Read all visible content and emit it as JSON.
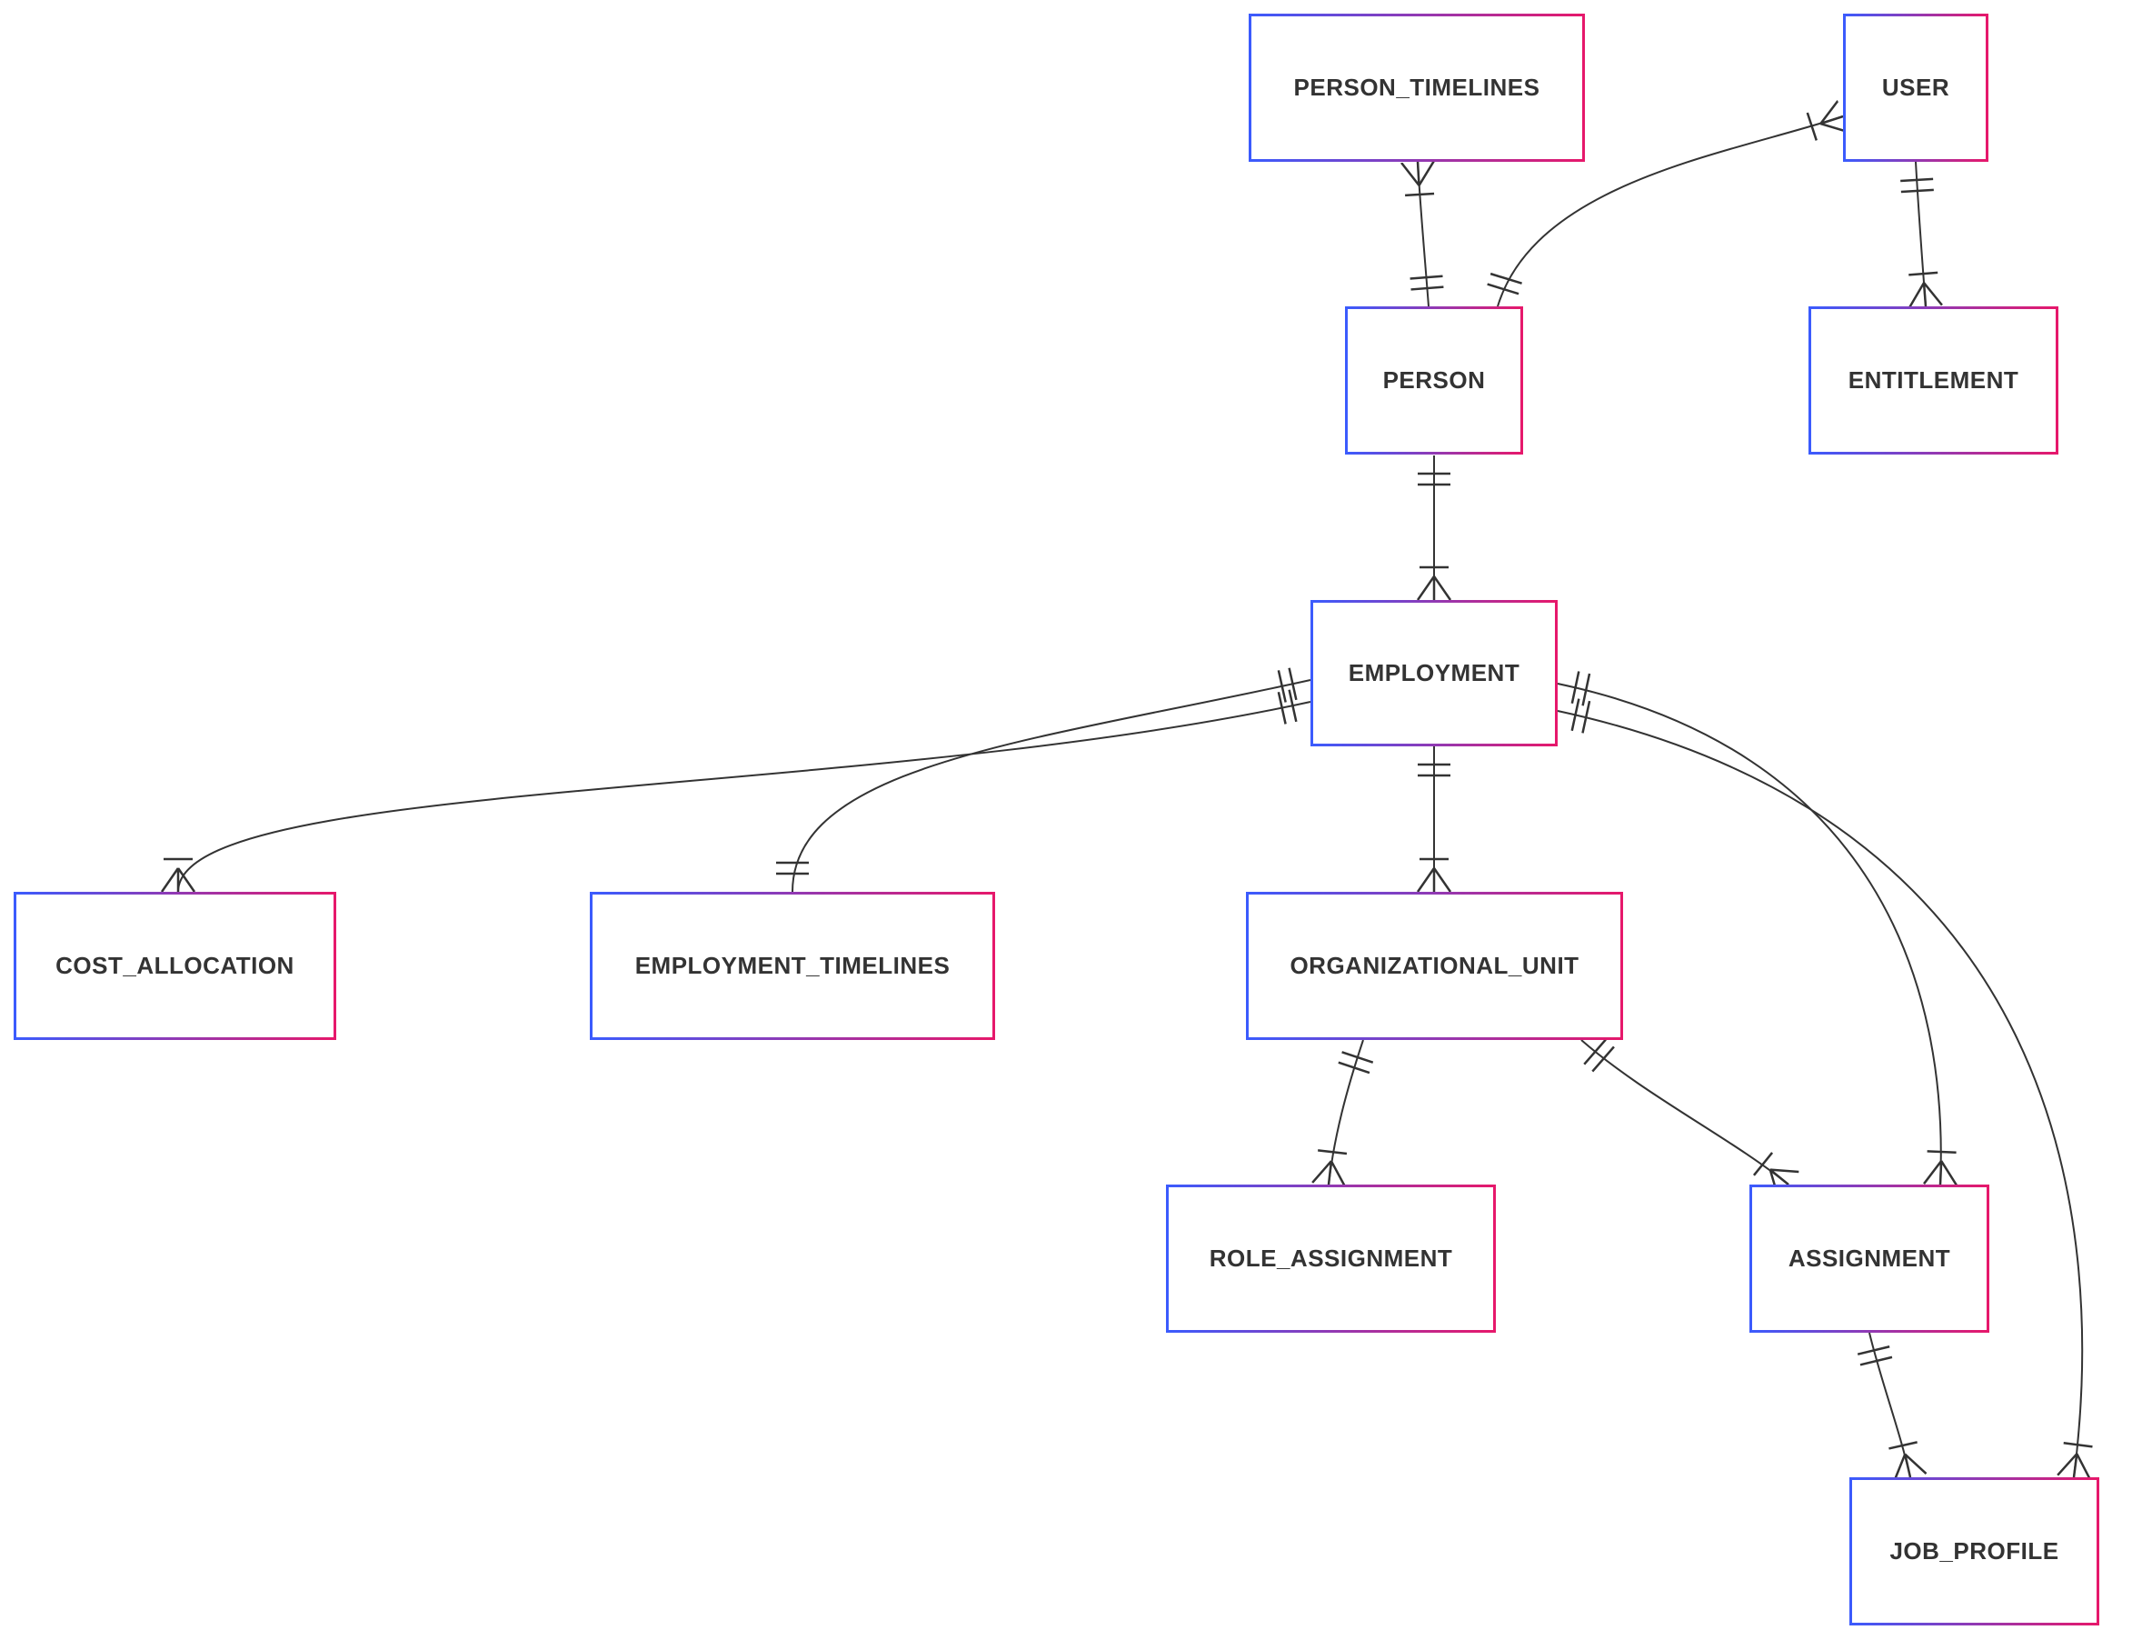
{
  "diagram": {
    "type": "entity-relationship-diagram",
    "entities": [
      {
        "id": "person_timelines",
        "label": "PERSON_TIMELINES"
      },
      {
        "id": "user",
        "label": "USER"
      },
      {
        "id": "person",
        "label": "PERSON"
      },
      {
        "id": "entitlement",
        "label": "ENTITLEMENT"
      },
      {
        "id": "employment",
        "label": "EMPLOYMENT"
      },
      {
        "id": "cost_allocation",
        "label": "COST_ALLOCATION"
      },
      {
        "id": "employment_timelines",
        "label": "EMPLOYMENT_TIMELINES"
      },
      {
        "id": "organizational_unit",
        "label": "ORGANIZATIONAL_UNIT"
      },
      {
        "id": "role_assignment",
        "label": "ROLE_ASSIGNMENT"
      },
      {
        "id": "assignment",
        "label": "ASSIGNMENT"
      },
      {
        "id": "job_profile",
        "label": "JOB_PROFILE"
      }
    ],
    "relationships": [
      {
        "from": "PERSON_TIMELINES",
        "to": "PERSON",
        "from_cardinality": "one-or-many",
        "to_cardinality": "exactly-one"
      },
      {
        "from": "USER",
        "to": "PERSON",
        "from_cardinality": "one-or-many",
        "to_cardinality": "exactly-one"
      },
      {
        "from": "USER",
        "to": "ENTITLEMENT",
        "from_cardinality": "exactly-one",
        "to_cardinality": "one-or-many"
      },
      {
        "from": "PERSON",
        "to": "EMPLOYMENT",
        "from_cardinality": "exactly-one",
        "to_cardinality": "one-or-many"
      },
      {
        "from": "EMPLOYMENT",
        "to": "COST_ALLOCATION",
        "from_cardinality": "exactly-one",
        "to_cardinality": "one-or-many"
      },
      {
        "from": "EMPLOYMENT",
        "to": "EMPLOYMENT_TIMELINES",
        "from_cardinality": "exactly-one",
        "to_cardinality": "exactly-one"
      },
      {
        "from": "EMPLOYMENT",
        "to": "ORGANIZATIONAL_UNIT",
        "from_cardinality": "exactly-one",
        "to_cardinality": "one-or-many"
      },
      {
        "from": "EMPLOYMENT",
        "to": "ASSIGNMENT",
        "from_cardinality": "exactly-one",
        "to_cardinality": "one-or-many"
      },
      {
        "from": "EMPLOYMENT",
        "to": "JOB_PROFILE",
        "from_cardinality": "exactly-one",
        "to_cardinality": "one-or-many"
      },
      {
        "from": "ORGANIZATIONAL_UNIT",
        "to": "ROLE_ASSIGNMENT",
        "from_cardinality": "exactly-one",
        "to_cardinality": "one-or-many"
      },
      {
        "from": "ORGANIZATIONAL_UNIT",
        "to": "ASSIGNMENT",
        "from_cardinality": "exactly-one",
        "to_cardinality": "one-or-many"
      },
      {
        "from": "ASSIGNMENT",
        "to": "JOB_PROFILE",
        "from_cardinality": "exactly-one",
        "to_cardinality": "one-or-many"
      }
    ],
    "colors": {
      "entity_border_left": "#3b5bfd",
      "entity_border_right": "#e6186b",
      "entity_fill": "#ffffff",
      "line": "#333333",
      "label": "#333333",
      "background": "#ffffff"
    }
  }
}
